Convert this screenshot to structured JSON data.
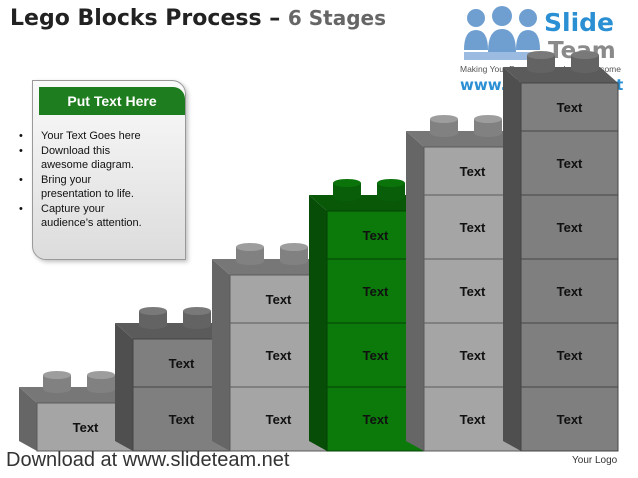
{
  "title": {
    "main": "Lego Blocks Process – ",
    "sub": "6 Stages"
  },
  "logo": {
    "brand_top": "Slide",
    "brand_bottom": "Team",
    "tagline": "Making Your Presentations Look Awesome",
    "url": "www.slideteam.net"
  },
  "textbox": {
    "heading": "Put Text Here",
    "bullets": [
      [
        "Your Text Goes here"
      ],
      [
        "Download this",
        "awesome diagram."
      ],
      [
        "Bring your",
        "presentation to life."
      ],
      [
        "Capture your",
        "audience’s attention."
      ]
    ]
  },
  "blocks": {
    "cell_label": "Text",
    "colors": {
      "gray": "#a5a5a5",
      "dark_gray": "#7f7f7f",
      "green": "#0b7a0b",
      "text": "#111111"
    },
    "stages": [
      {
        "stage": 1,
        "rows": 1
      },
      {
        "stage": 2,
        "rows": 2
      },
      {
        "stage": 3,
        "rows": 3
      },
      {
        "stage": 4,
        "rows": 4
      },
      {
        "stage": 5,
        "rows": 5
      },
      {
        "stage": 6,
        "rows": 6
      }
    ]
  },
  "footer": {
    "download": "Download at www.slideteam.net",
    "logo": "Your Logo"
  }
}
